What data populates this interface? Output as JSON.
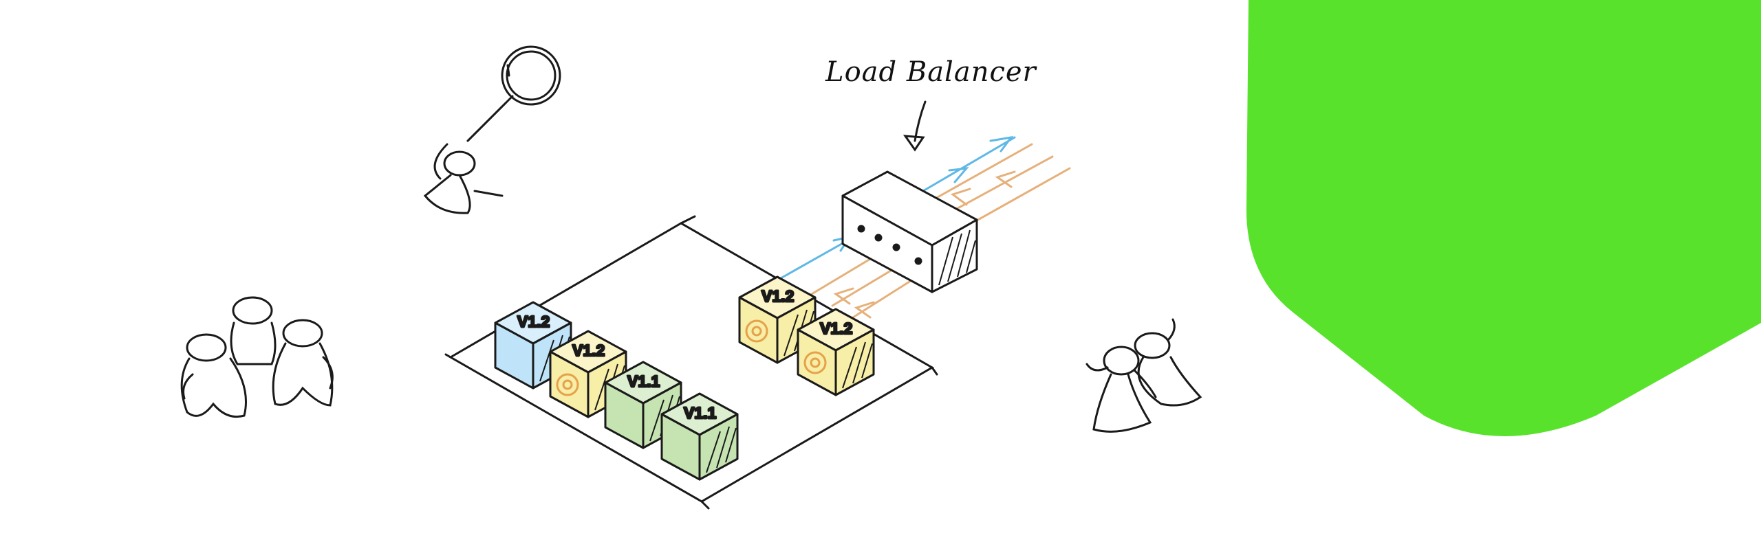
{
  "annotation": {
    "load_balancer_label": "Load Balancer"
  },
  "colors": {
    "accent_green": "#58e22c",
    "box_blue": "#bfe3f8",
    "box_yellow": "#f7eea7",
    "box_green": "#c6e3b2",
    "traffic_blue": "#5fb8e6",
    "traffic_orange": "#e6b07a",
    "ink": "#1a1a1a"
  },
  "boxes": [
    {
      "label": "V1.2",
      "color": "blue"
    },
    {
      "label": "V1.2",
      "color": "yellow",
      "has_gear": true
    },
    {
      "label": "V1.1",
      "color": "green"
    },
    {
      "label": "V1.1",
      "color": "green"
    },
    {
      "label": "V1.2",
      "color": "yellow",
      "has_gear": true
    },
    {
      "label": "V1.2",
      "color": "yellow",
      "has_gear": true
    }
  ],
  "icons": [
    "magnifying-glass-person-icon",
    "group-of-three-people-icon",
    "two-people-talking-icon",
    "load-balancer-arrow-icon"
  ]
}
